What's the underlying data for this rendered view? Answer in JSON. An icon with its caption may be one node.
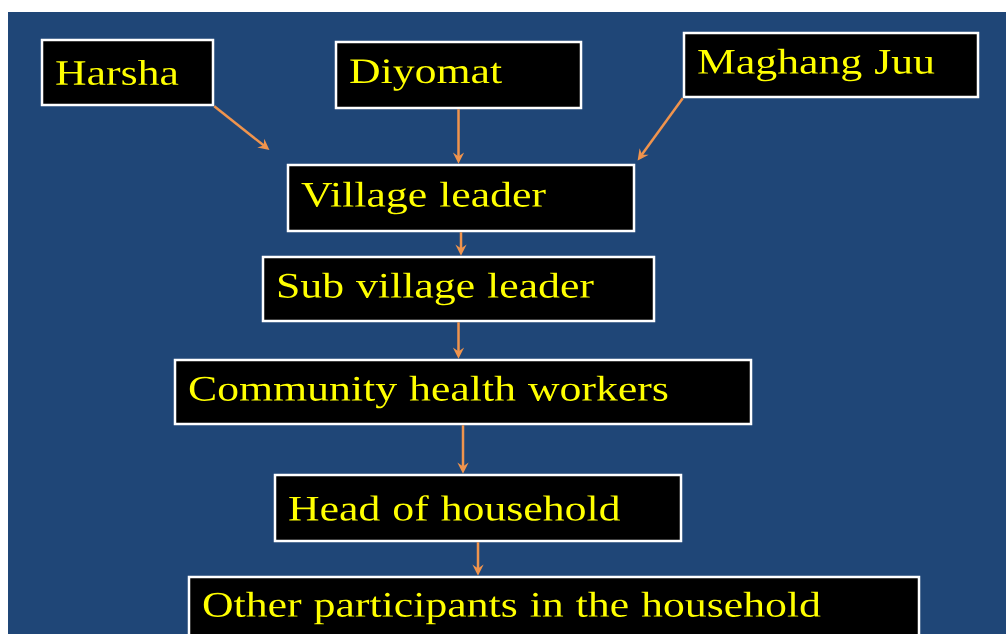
{
  "diagram": {
    "nodes": [
      {
        "text": [
          "Harsha"
        ]
      },
      {
        "text": [
          "Diyomat"
        ]
      },
      {
        "text": [
          "Maghang Juu"
        ]
      },
      {
        "text": [
          "Village leader"
        ]
      },
      {
        "text": [
          "Sub village leader"
        ]
      },
      {
        "text": [
          "Community health workers"
        ]
      },
      {
        "text": [
          "Head of household"
        ]
      },
      {
        "text": [
          "Other participants in the household"
        ]
      }
    ],
    "edges": [
      {
        "from": 0,
        "to": 3,
        "arrow": "to"
      },
      {
        "from": 1,
        "to": 3,
        "arrow": "to"
      },
      {
        "from": 2,
        "to": 3,
        "arrow": "to"
      },
      {
        "from": 3,
        "to": 4,
        "arrow": "to"
      },
      {
        "from": 4,
        "to": 5,
        "arrow": "to"
      },
      {
        "from": 5,
        "to": 6,
        "arrow": "to"
      },
      {
        "from": 6,
        "to": 7,
        "arrow": "to"
      }
    ]
  }
}
